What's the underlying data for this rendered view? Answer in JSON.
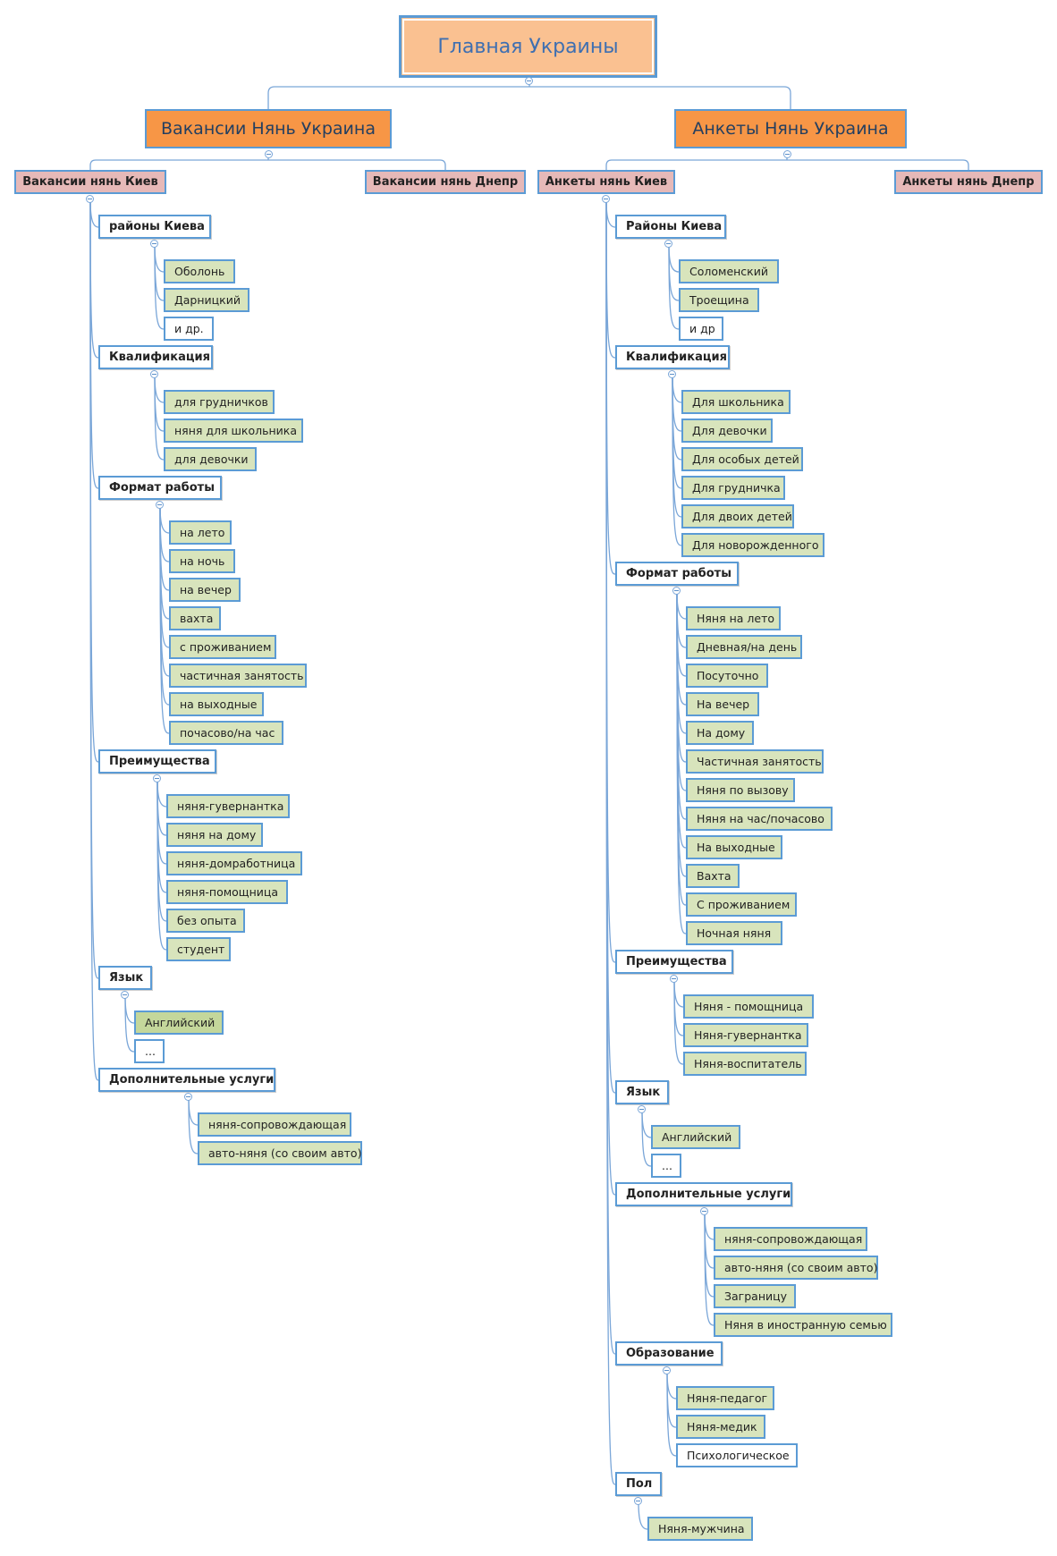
{
  "root": "Главная Украины",
  "sections": [
    {
      "title": "Вакансии Нянь Украина",
      "categories": [
        {
          "label": "Вакансии нянь Киев",
          "groups": [
            {
              "label": "районы Киева",
              "items": [
                "Оболонь",
                "Дарницкий",
                "и др."
              ]
            },
            {
              "label": "Квалификация",
              "items": [
                "для грудничков",
                "няня для школьника",
                "для девочки"
              ]
            },
            {
              "label": "Формат работы",
              "items": [
                "на лето",
                "на ночь",
                "на вечер",
                "вахта",
                "с проживанием",
                "частичная занятость",
                "на выходные",
                "почасово/на час"
              ]
            },
            {
              "label": "Преимущества",
              "items": [
                "няня-гувернантка",
                "няня на дому",
                "няня-домработница",
                "няня-помощница",
                "без опыта",
                "студент"
              ]
            },
            {
              "label": "Язык",
              "items": [
                "Английский",
                "..."
              ]
            },
            {
              "label": "Дополнительные услуги",
              "items": [
                "няня-сопровождающая",
                "авто-няня (со своим авто)"
              ]
            }
          ]
        },
        {
          "label": "Вакансии нянь Днепр",
          "groups": []
        }
      ]
    },
    {
      "title": "Анкеты Нянь Украина",
      "categories": [
        {
          "label": "Анкеты нянь Киев",
          "groups": [
            {
              "label": "Районы Киева",
              "items": [
                "Соломенский",
                "Троещина",
                "и др"
              ]
            },
            {
              "label": "Квалификация",
              "items": [
                "Для школьника",
                "Для девочки",
                "Для особых детей",
                "Для грудничка",
                "Для двоих детей",
                "Для новорожденного"
              ]
            },
            {
              "label": "Формат работы",
              "items": [
                "Няня на лето",
                "Дневная/на день",
                "Посуточно",
                "На вечер",
                "На дому",
                "Частичная занятость",
                "Няня по вызову",
                "Няня на час/почасово",
                "На выходные",
                "Вахта",
                "С проживанием",
                "Ночная няня"
              ]
            },
            {
              "label": "Преимущества",
              "items": [
                "Няня - помощница",
                "Няня-гувернантка",
                "Няня-воспитатель"
              ]
            },
            {
              "label": "Язык",
              "items": [
                "Английский",
                "..."
              ]
            },
            {
              "label": "Дополнительные услуги",
              "items": [
                "няня-сопровождающая",
                "авто-няня (со своим авто)",
                "Заграницу",
                "Няня в иностранную семью"
              ]
            },
            {
              "label": "Образование",
              "items": [
                "Няня-педагог",
                "Няня-медик",
                "Психологическое"
              ]
            },
            {
              "label": "Пол",
              "items": [
                "Няня-мужчина"
              ]
            }
          ]
        },
        {
          "label": "Анкеты нянь Днепр",
          "groups": []
        }
      ]
    }
  ],
  "colors": {
    "root_fill": "#fac191",
    "section_fill": "#f79646",
    "category_fill": "#e6b9b8",
    "leaf_fill": "#d8e4bc",
    "border": "#5b9bd5"
  }
}
